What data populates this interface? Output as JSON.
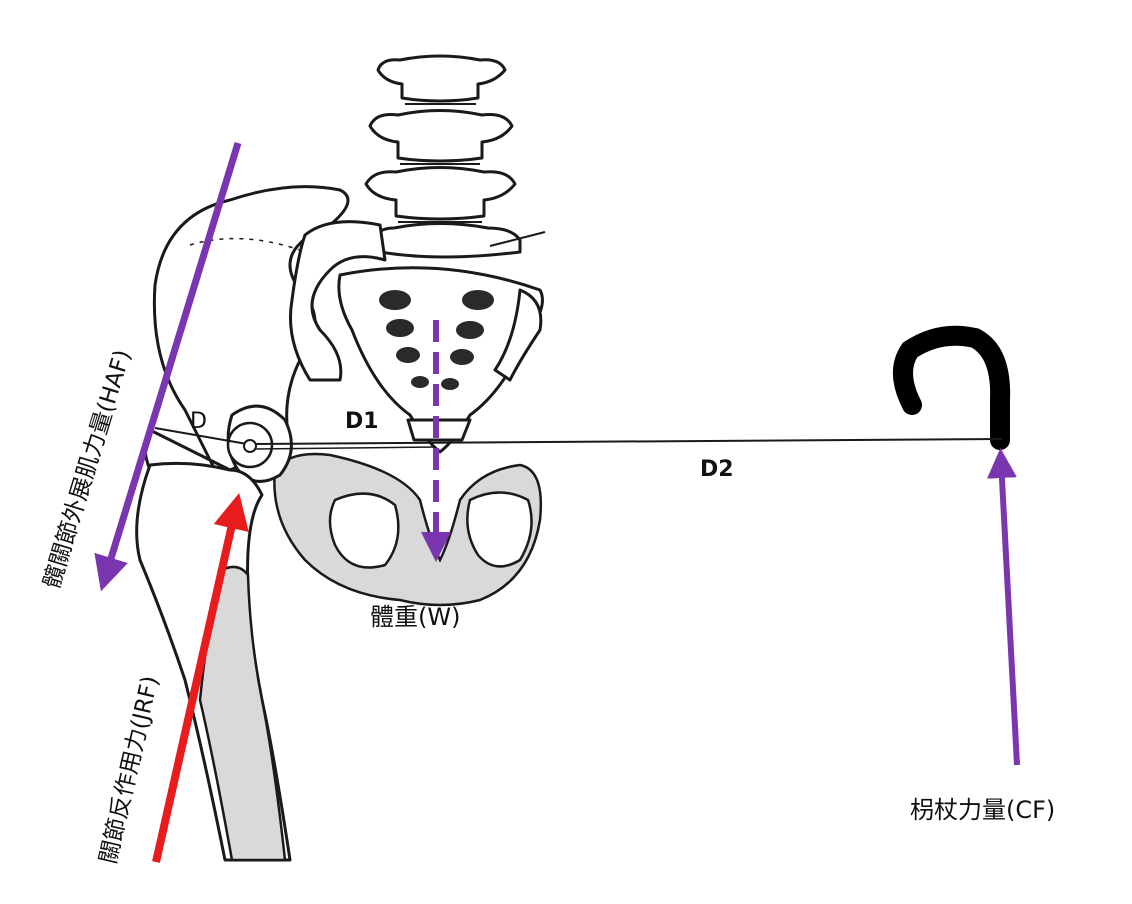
{
  "colors": {
    "purple": "#7a35b0",
    "red": "#e81c1c",
    "bone_line": "#1a1a1a",
    "bone_shade": "#d9d9d9"
  },
  "labels": {
    "hip_abductor_force": "髖關節外展肌力量(HAF)",
    "joint_reaction_force": "關節反作用力(JRF)",
    "body_weight": "體重(W)",
    "cane_force": "枴杖力量(CF)",
    "d": "D",
    "d1": "D1",
    "d2": "D2"
  },
  "icons": {
    "cane": "cane-handle-icon",
    "spine": "lumbar-spine-illustration",
    "pelvis": "pelvis-illustration",
    "femur": "femur-illustration"
  }
}
